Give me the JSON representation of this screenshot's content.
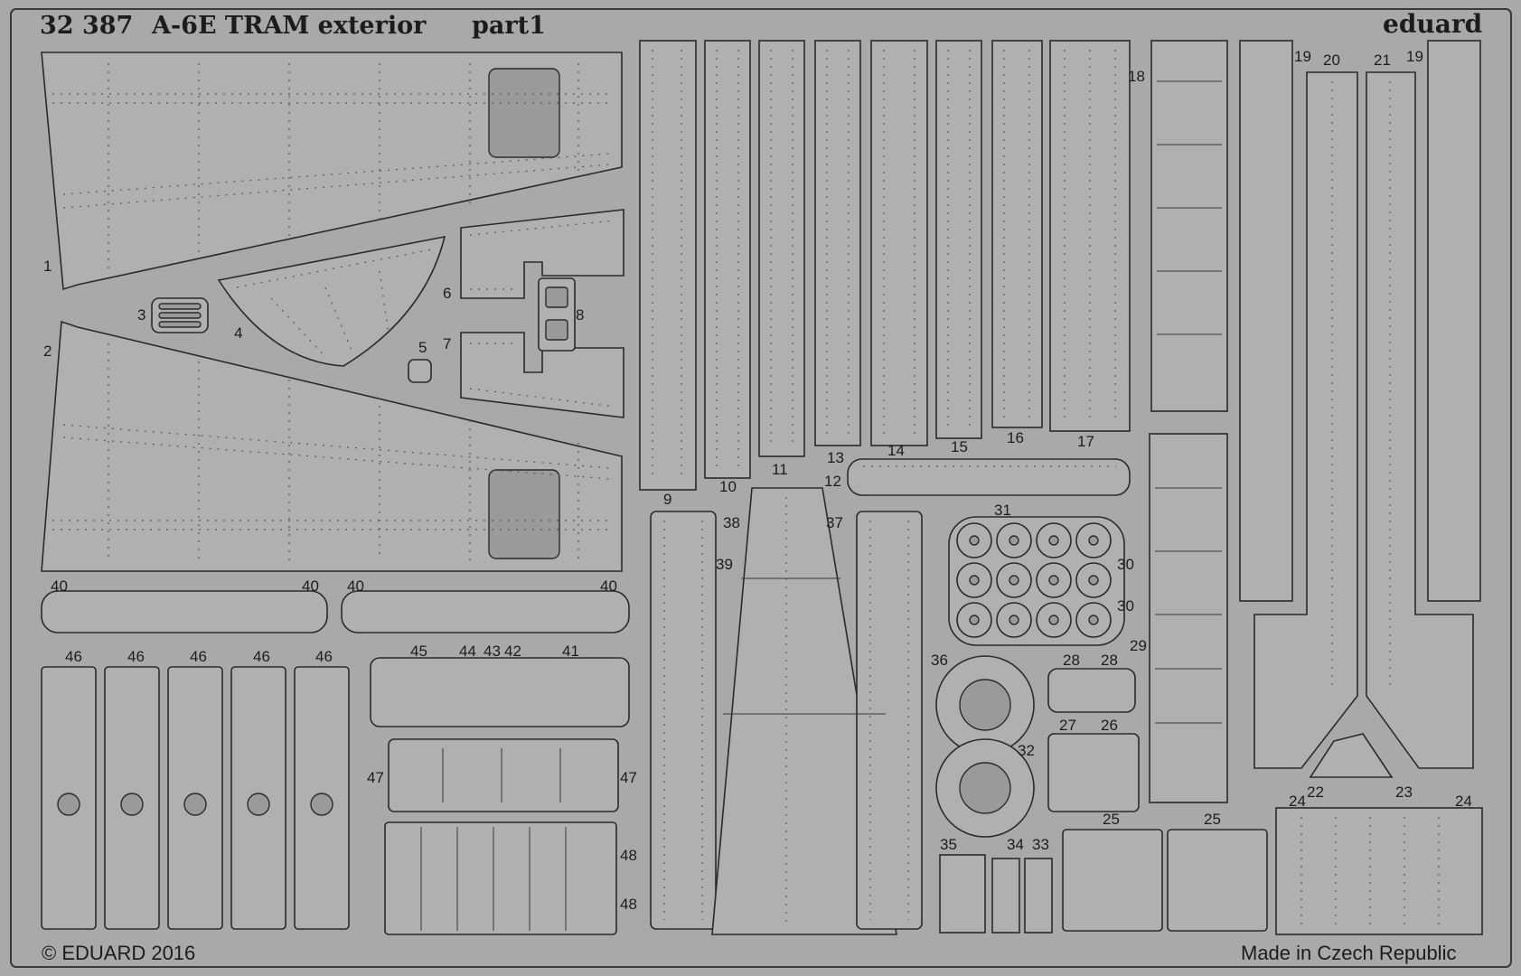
{
  "header": {
    "code": "32 387",
    "title": "A-6E TRAM exterior",
    "part": "part1",
    "brand": "eduard"
  },
  "footer": {
    "copyright": "© EDUARD 2016",
    "origin": "Made in Czech Republic"
  },
  "labels": {
    "n1": "1",
    "n2": "2",
    "n3": "3",
    "n4": "4",
    "n5": "5",
    "n6": "6",
    "n7": "7",
    "n8": "8",
    "n9": "9",
    "n10": "10",
    "n11": "11",
    "n12": "12",
    "n13": "13",
    "n14": "14",
    "n15": "15",
    "n16": "16",
    "n17": "17",
    "n18": "18",
    "n19": "19",
    "n20": "20",
    "n21": "21",
    "n22": "22",
    "n23": "23",
    "n24": "24",
    "n25": "25",
    "n26": "26",
    "n27": "27",
    "n28": "28",
    "n29": "29",
    "n30": "30",
    "n31": "31",
    "n32": "32",
    "n33": "33",
    "n34": "34",
    "n35": "35",
    "n36": "36",
    "n37": "37",
    "n38": "38",
    "n39": "39",
    "n40": "40",
    "n41": "41",
    "n42": "42",
    "n43": "43",
    "n44": "44",
    "n45": "45",
    "n46": "46",
    "n47": "47",
    "n48": "48"
  }
}
